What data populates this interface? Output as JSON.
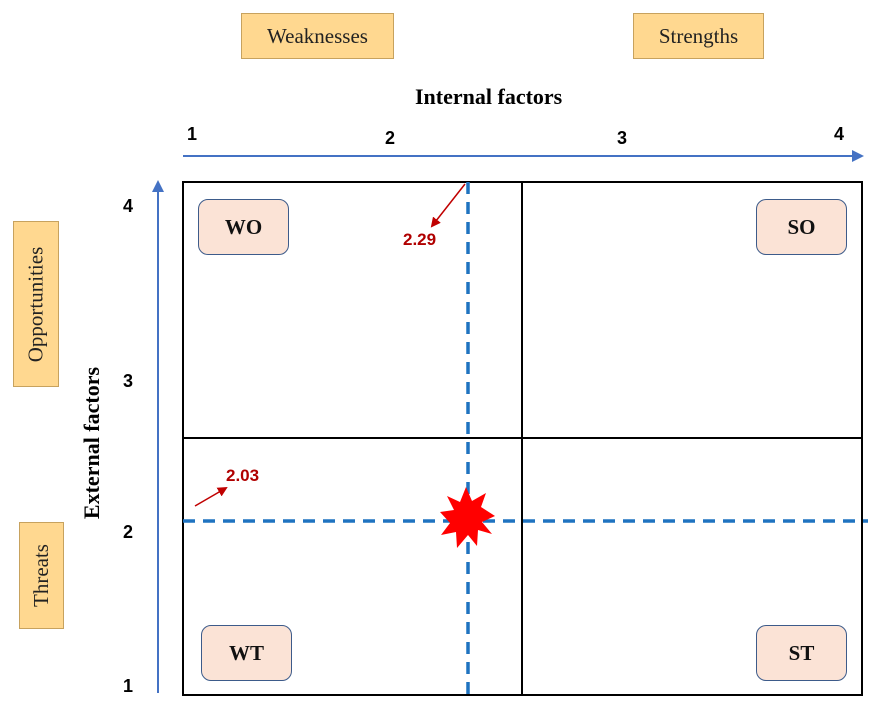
{
  "labels": {
    "weaknesses": "Weaknesses",
    "strengths": "Strengths",
    "opportunities": "Opportunities",
    "threats": "Threats"
  },
  "axes": {
    "x_title": "Internal factors",
    "y_title": "External factors",
    "x_ticks": [
      "1",
      "2",
      "3",
      "4"
    ],
    "y_ticks": [
      "4",
      "3",
      "2",
      "1"
    ]
  },
  "quadrants": {
    "wo": "WO",
    "so": "SO",
    "wt": "WT",
    "st": "ST"
  },
  "position": {
    "internal_score": 2.29,
    "external_score": 2.03,
    "internal_label": "2.29",
    "external_label": "2.03"
  },
  "colors": {
    "axis": "#4472C4",
    "dashed": "#1F73C0",
    "marker": "#FF0000",
    "value": "#B00000",
    "label_bg": "#FFD890",
    "quadrant_bg": "#FBE3D6"
  }
}
